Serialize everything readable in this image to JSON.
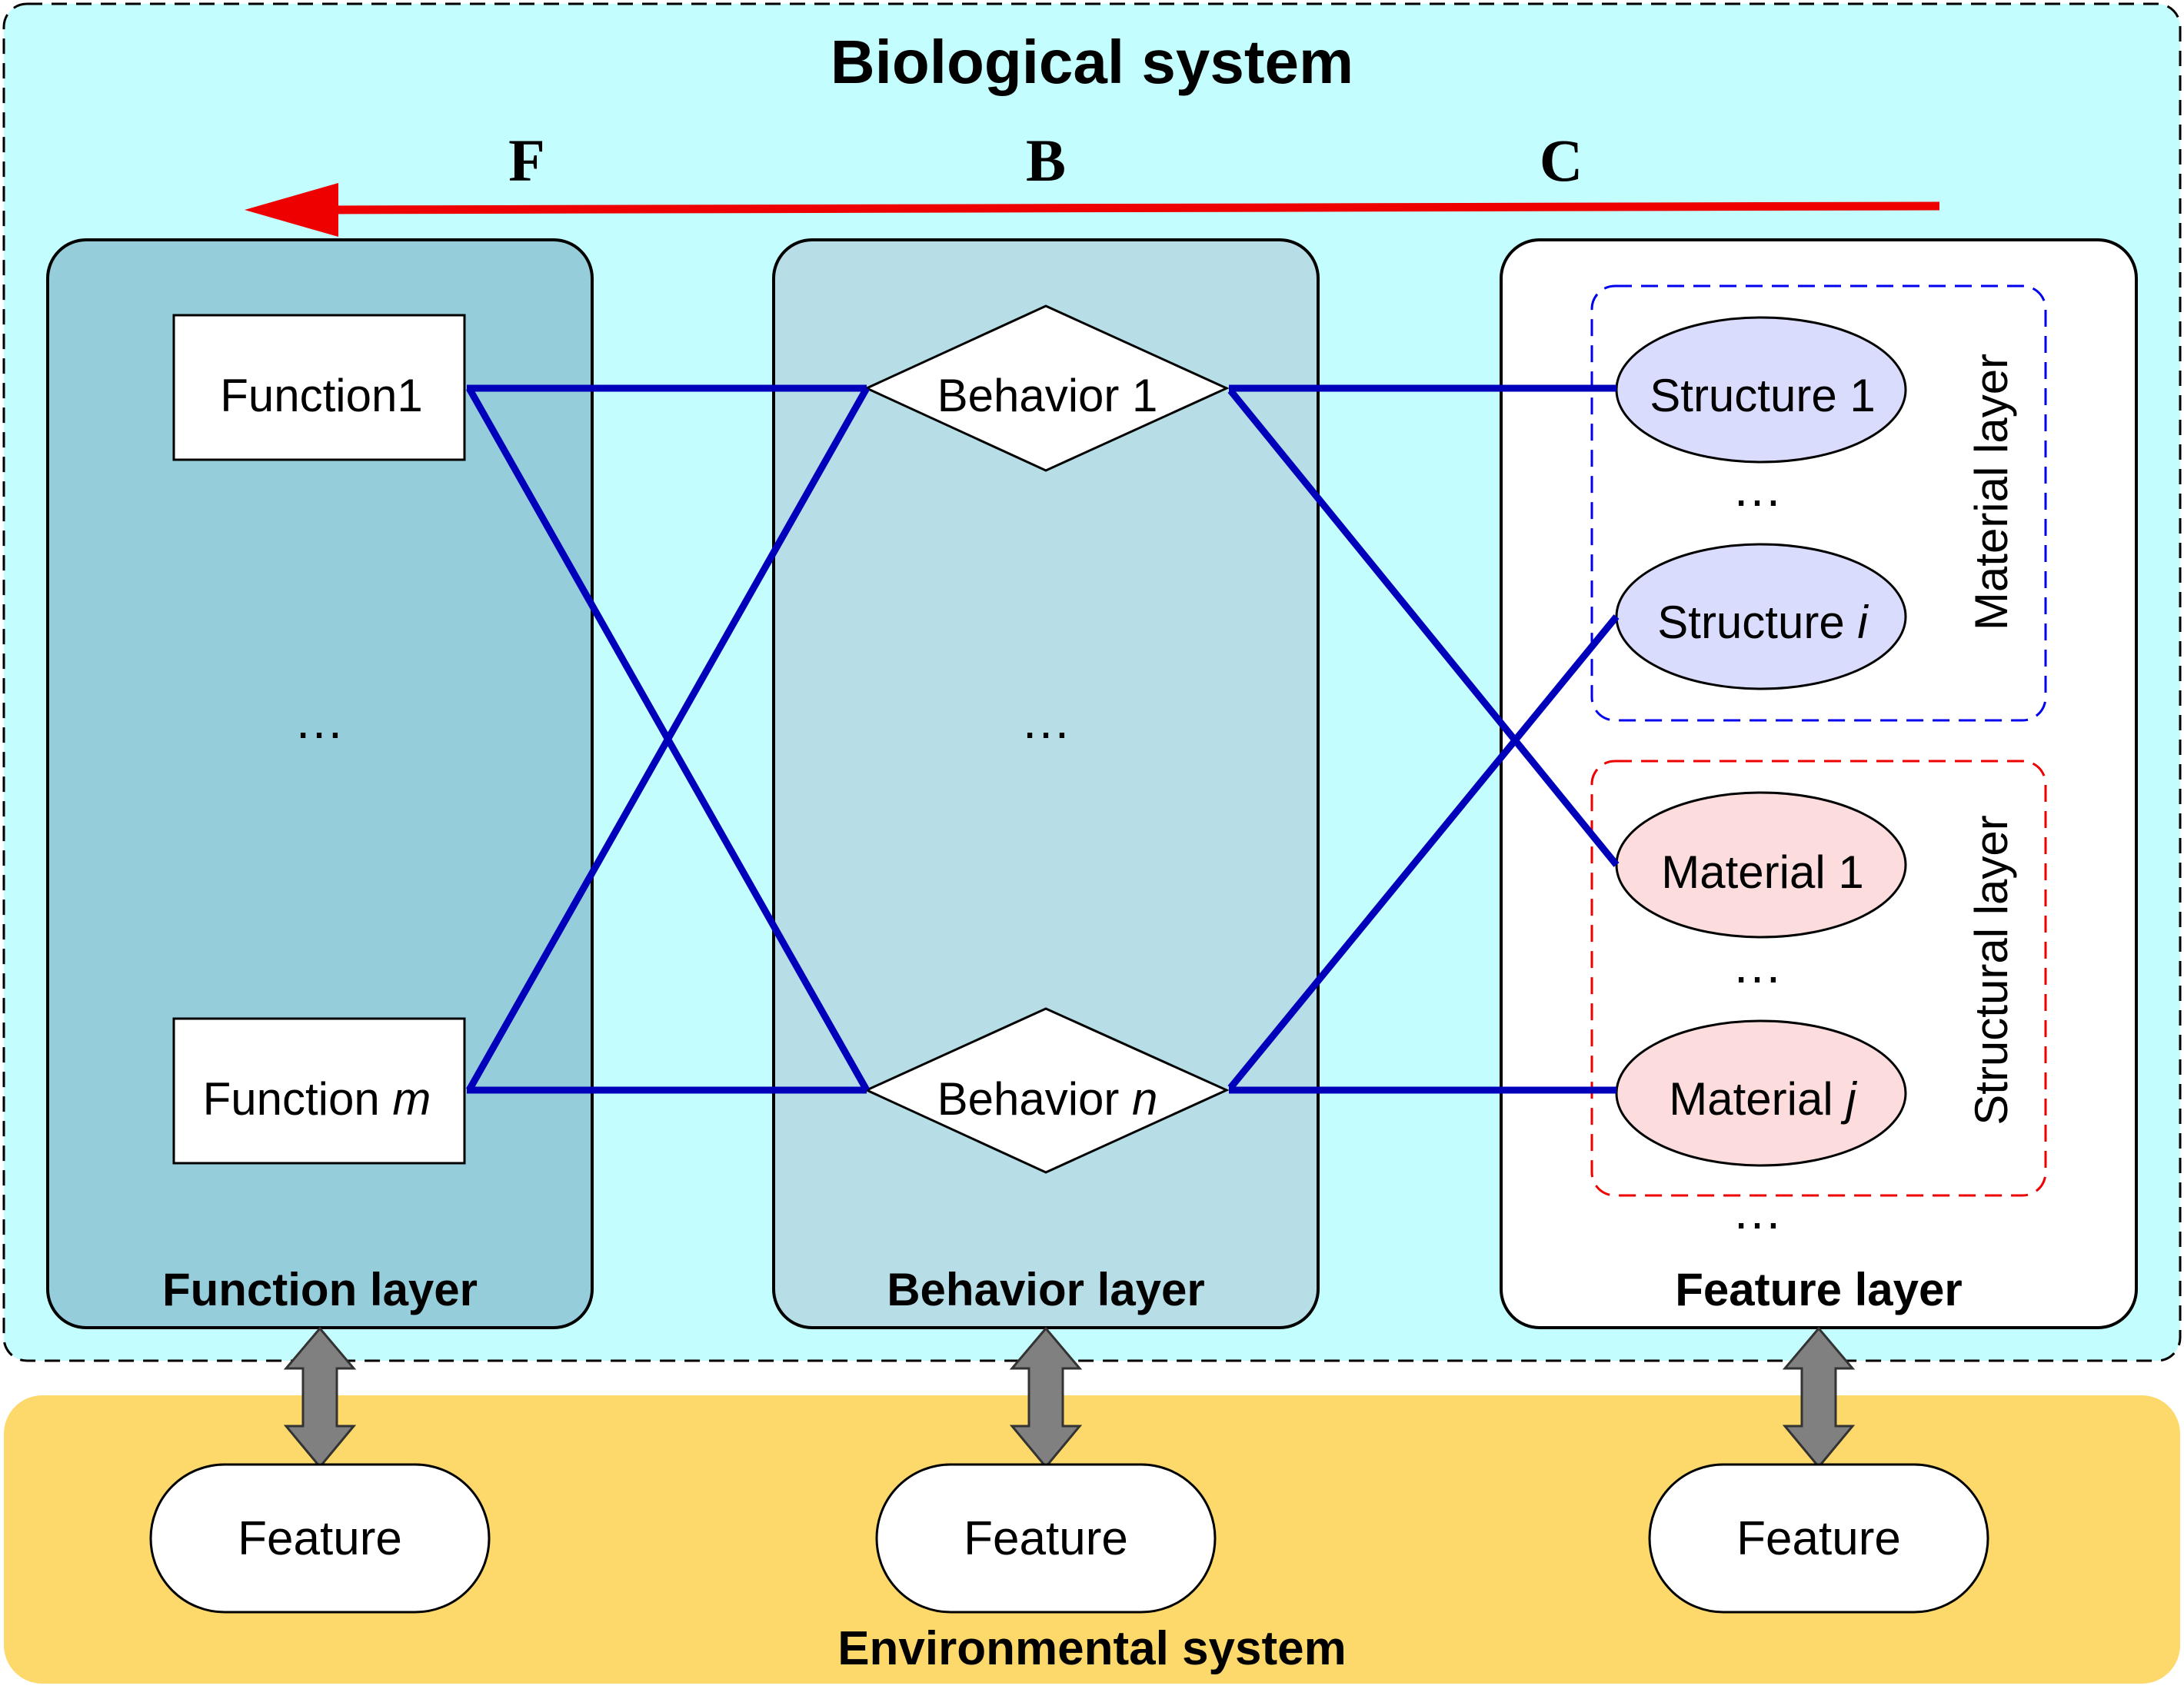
{
  "biological_system": {
    "title": "Biological system",
    "direction_letters": {
      "f": "F",
      "b": "B",
      "c": "C"
    },
    "colors": {
      "background": "#c4fdfd",
      "flow_arrow": "#ee0000",
      "link_arrow": "#0000bb"
    }
  },
  "function_layer": {
    "label": "Function layer",
    "function_1": "Function1",
    "function_m": {
      "text": "Function ",
      "var": "m"
    },
    "ellipsis": "…",
    "color": "#95cddb"
  },
  "behavior_layer": {
    "label": "Behavior layer",
    "behavior_1": "Behavior 1",
    "behavior_n": {
      "text": "Behavior ",
      "var": "n"
    },
    "ellipsis": "…",
    "color": "#b7dee7"
  },
  "feature_layer": {
    "label": "Feature layer",
    "material_group_label": "Material layer",
    "structural_group_label": "Structural layer",
    "structure_1": "Structure 1",
    "structure_i": {
      "text": "Structure ",
      "var": "i"
    },
    "material_1": "Material 1",
    "material_j": {
      "text": "Material ",
      "var": "j"
    },
    "ellipsis": "…",
    "colors": {
      "structure_fill": "#dadcfd",
      "material_fill": "#fcdcdc",
      "blue_dash": "#0000ee",
      "red_dash": "#ee0000"
    }
  },
  "environmental_system": {
    "title": "Environmental system",
    "features": [
      "Feature",
      "Feature",
      "Feature"
    ],
    "color": "#fdd96b"
  }
}
